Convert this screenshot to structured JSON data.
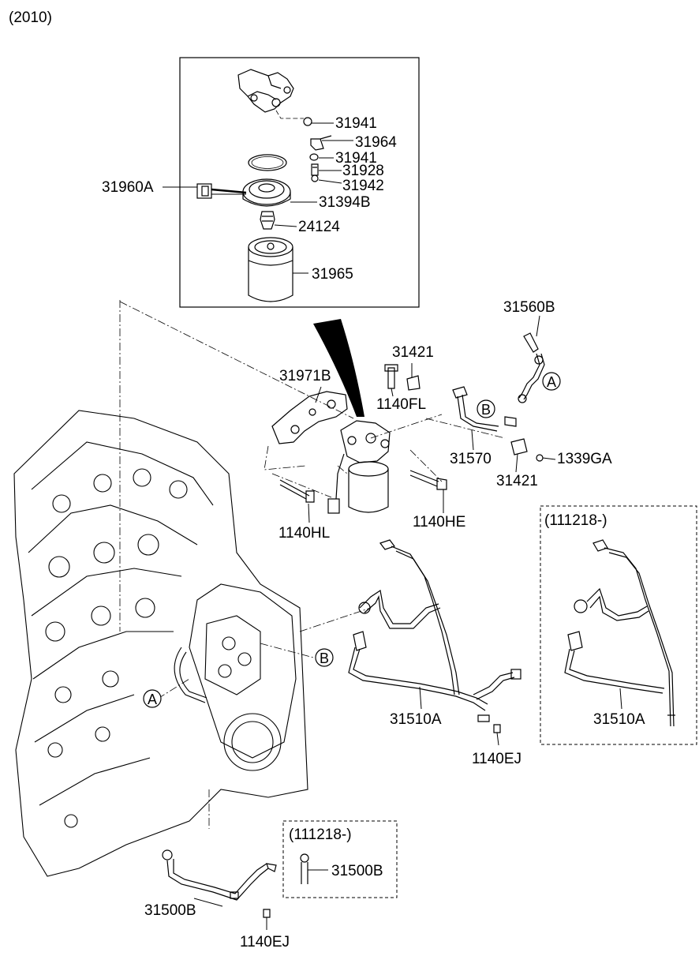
{
  "year_label": "(2010)",
  "callouts": {
    "p31960A": "31960A",
    "p31941a": "31941",
    "p31964": "31964",
    "p31941b": "31941",
    "p31928": "31928",
    "p31942": "31942",
    "p31394B": "31394B",
    "p24124": "24124",
    "p31965": "31965",
    "p31560B": "31560B",
    "p31421a": "31421",
    "p31971B": "31971B",
    "p1140FL": "1140FL",
    "p31570": "31570",
    "p1339GA": "1339GA",
    "p31421b": "31421",
    "p1140HL": "1140HL",
    "p1140HE": "1140HE",
    "p31510A_main": "31510A",
    "p1140EJ_main": "1140EJ",
    "p31500B_main": "31500B",
    "p1140EJ_low": "1140EJ",
    "p31510A_alt": "31510A",
    "p31500B_alt": "31500B"
  },
  "alt_boxes": {
    "upper_date": "(111218-)",
    "lower_date": "(111218-)"
  },
  "ref_markers": {
    "a1": "A",
    "b1": "B",
    "a2": "A",
    "b2": "B"
  }
}
